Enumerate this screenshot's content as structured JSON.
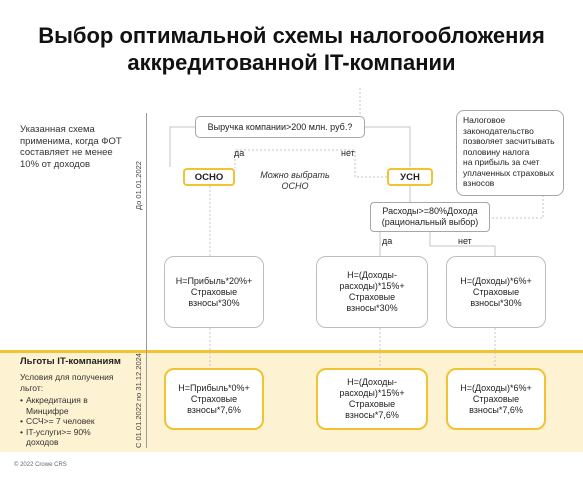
{
  "title": {
    "line1": "Выбор оптимальной схемы налогообложения",
    "line2": "аккредитованной IT-компании"
  },
  "left_note": {
    "line1": "Указанная схема",
    "line2": "применима, когда ФОТ",
    "line3": "составляет не менее",
    "line4": "10% от доходов"
  },
  "period_labels": {
    "before": "До 01.01.2022",
    "after": "С 01.01.2022 по 31.12.2024"
  },
  "decision": {
    "revenue": "Выручка компании>200 млн. руб.?",
    "yes": "да",
    "no": "нет",
    "expenses_line1": "Расходы>=80%Дохода",
    "expenses_line2": "(рациональный выбор)",
    "yes2": "да",
    "no2": "нет"
  },
  "regimes": {
    "osno": "ОСНО",
    "usn": "УСН"
  },
  "choice_note": {
    "line1": "Можно выбрать",
    "line2": "ОСНО"
  },
  "legal_note": {
    "line1": "Налоговое",
    "line2": "законодательство",
    "line3": "позволяет засчитывать",
    "line4": "половину налога",
    "line5": "на прибыль за счет",
    "line6": "уплаченных страховых",
    "line7": "взносов"
  },
  "before_boxes": [
    {
      "line1": "Н=Прибыль*20%+",
      "line2": "Страховые",
      "line3": "взносы*30%",
      "line4": ""
    },
    {
      "line1": "Н=(Доходы-",
      "line2": "расходы)*15%+",
      "line3": "Страховые",
      "line4": "взносы*30%"
    },
    {
      "line1": "Н=(Доходы)*6%+",
      "line2": "Страховые",
      "line3": "взносы*30%",
      "line4": ""
    }
  ],
  "benefits": {
    "title": "Льготы IT-компаниям",
    "intro1": "Условия для получения",
    "intro2": "льгот:",
    "items": [
      {
        "line1": "Аккредитация в",
        "line2": "Минцифре"
      },
      {
        "line1": "ССЧ>= 7 человек",
        "line2": ""
      },
      {
        "line1": "IT-услуги>= 90%",
        "line2": "доходов"
      }
    ]
  },
  "after_boxes": [
    {
      "line1": "Н=Прибыль*0%+",
      "line2": "Страховые",
      "line3": "взносы*7,6%",
      "line4": ""
    },
    {
      "line1": "Н=(Доходы-",
      "line2": "расходы)*15%+",
      "line3": "Страховые",
      "line4": "взносы*7,6%"
    },
    {
      "line1": "Н=(Доходы)*6%+",
      "line2": "Страховые",
      "line3": "взносы*7,6%",
      "line4": ""
    }
  ],
  "copyright": "© 2022 Crowe CRS"
}
